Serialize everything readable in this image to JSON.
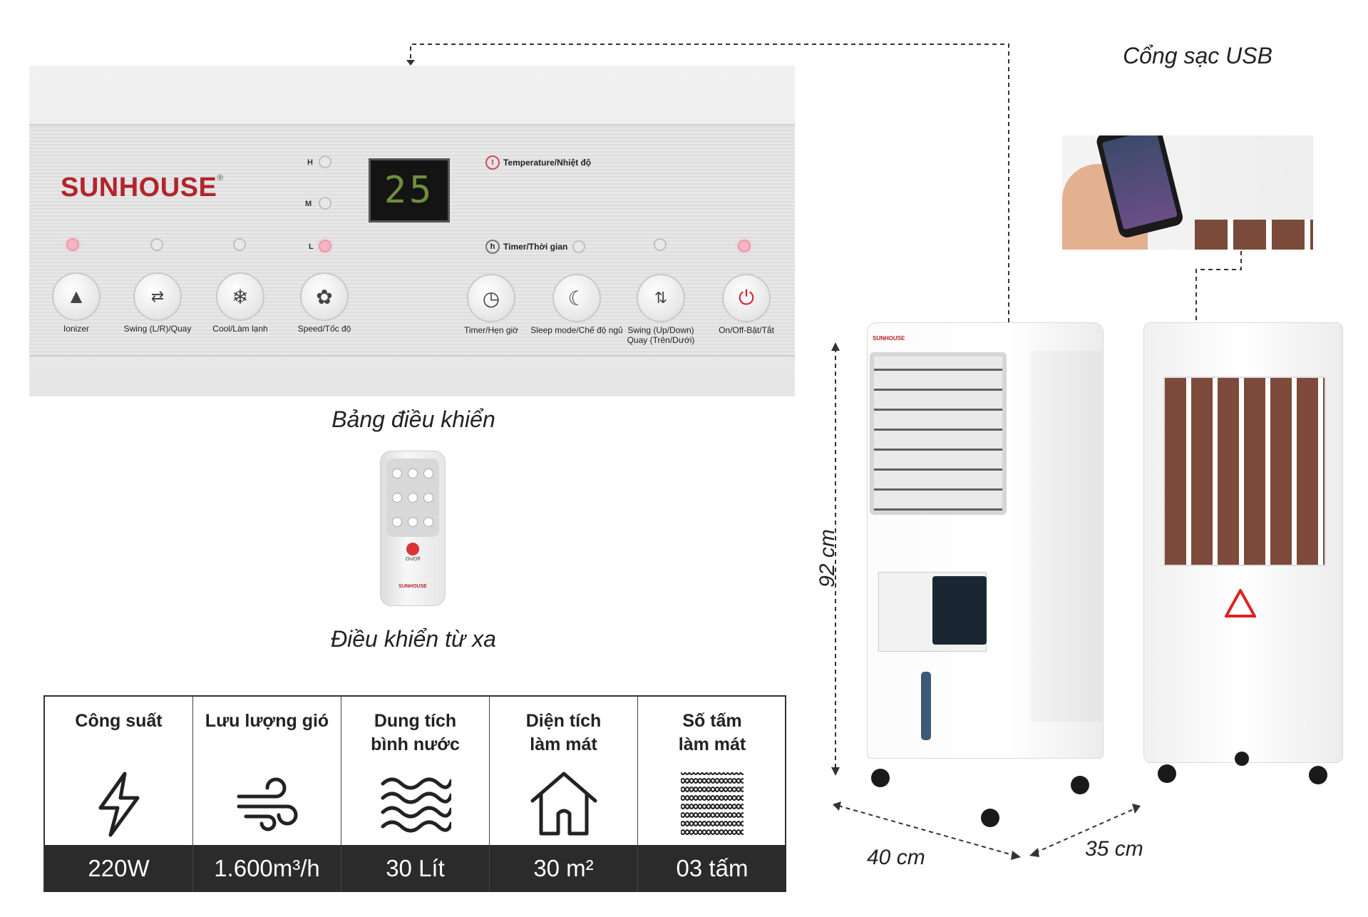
{
  "panel": {
    "brand": "SUNHOUSE",
    "brand_mark": "®",
    "display_value": "25",
    "speed_levels": [
      "H",
      "M",
      "L"
    ],
    "temperature_label": "Temperature/Nhiệt độ",
    "temperature_icon_letter": "t",
    "timer_label": "Timer/Thời gian",
    "timer_icon_letter": "h",
    "buttons": [
      {
        "label": "Ionizer",
        "icon": "tree-icon"
      },
      {
        "label": "Swing (L/R)/Quay",
        "icon": "swing-lr-icon"
      },
      {
        "label": "Cool/Làm lạnh",
        "icon": "snowflake-icon"
      },
      {
        "label": "Speed/Tốc độ",
        "icon": "fan-icon"
      },
      {
        "label": "Timer/Hẹn giờ",
        "icon": "clock-icon"
      },
      {
        "label": "Sleep mode/Chế độ ngủ",
        "icon": "moon-icon"
      },
      {
        "label": "Swing (Up/Down)",
        "label2": "Quay (Trên/Dưới)",
        "icon": "swing-ud-icon"
      },
      {
        "label": "On/Off-Bật/Tắt",
        "icon": "power-icon"
      }
    ],
    "accent_color": "#b3242c",
    "led_on_color": "#f7b4c3"
  },
  "captions": {
    "panel": "Bảng điều khiển",
    "remote": "Điều khiển từ xa",
    "usb": "Cổng sạc USB"
  },
  "remote": {
    "power_label": "On/Off",
    "brand": "SUNHOUSE"
  },
  "specs": [
    {
      "label": "Công suất",
      "value": "220W",
      "icon": "lightning-icon"
    },
    {
      "label": "Lưu lượng gió",
      "value": "1.600m³/h",
      "icon": "wind-icon"
    },
    {
      "label": "Dung tích\nbình nước",
      "value": "30 Lít",
      "icon": "water-waves-icon"
    },
    {
      "label": "Diện tích\nlàm mát",
      "value": "30 m²",
      "icon": "house-icon"
    },
    {
      "label": "Số tấm\nlàm mát",
      "value": "03 tấm",
      "icon": "honeycomb-pad-icon"
    }
  ],
  "dimensions": {
    "height": "92 cm",
    "width": "40 cm",
    "depth": "35 cm"
  },
  "cooler": {
    "front_logo": "SUNHOUSE"
  }
}
